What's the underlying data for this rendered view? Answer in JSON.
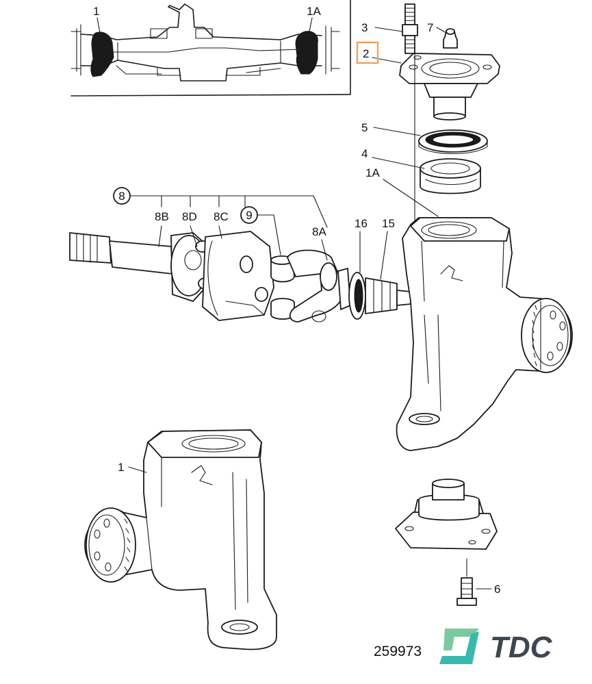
{
  "labels": {
    "l1_inset": "1",
    "l1a_inset": "1A",
    "l2": "2",
    "l3": "3",
    "l4": "4",
    "l5": "5",
    "l6": "6",
    "l7": "7",
    "l8": "8",
    "l8a": "8A",
    "l8b": "8B",
    "l8c": "8C",
    "l8d": "8D",
    "l9": "9",
    "l15": "15",
    "l16": "16",
    "l1a": "1A",
    "l1": "1"
  },
  "reference_number": "259973",
  "brand_name": "TDC",
  "colors": {
    "highlight": "#f0a060",
    "brand_logo_teal": "#3ab8b0",
    "brand_logo_green": "#7cc9a0",
    "brand_text": "#3e4650"
  }
}
